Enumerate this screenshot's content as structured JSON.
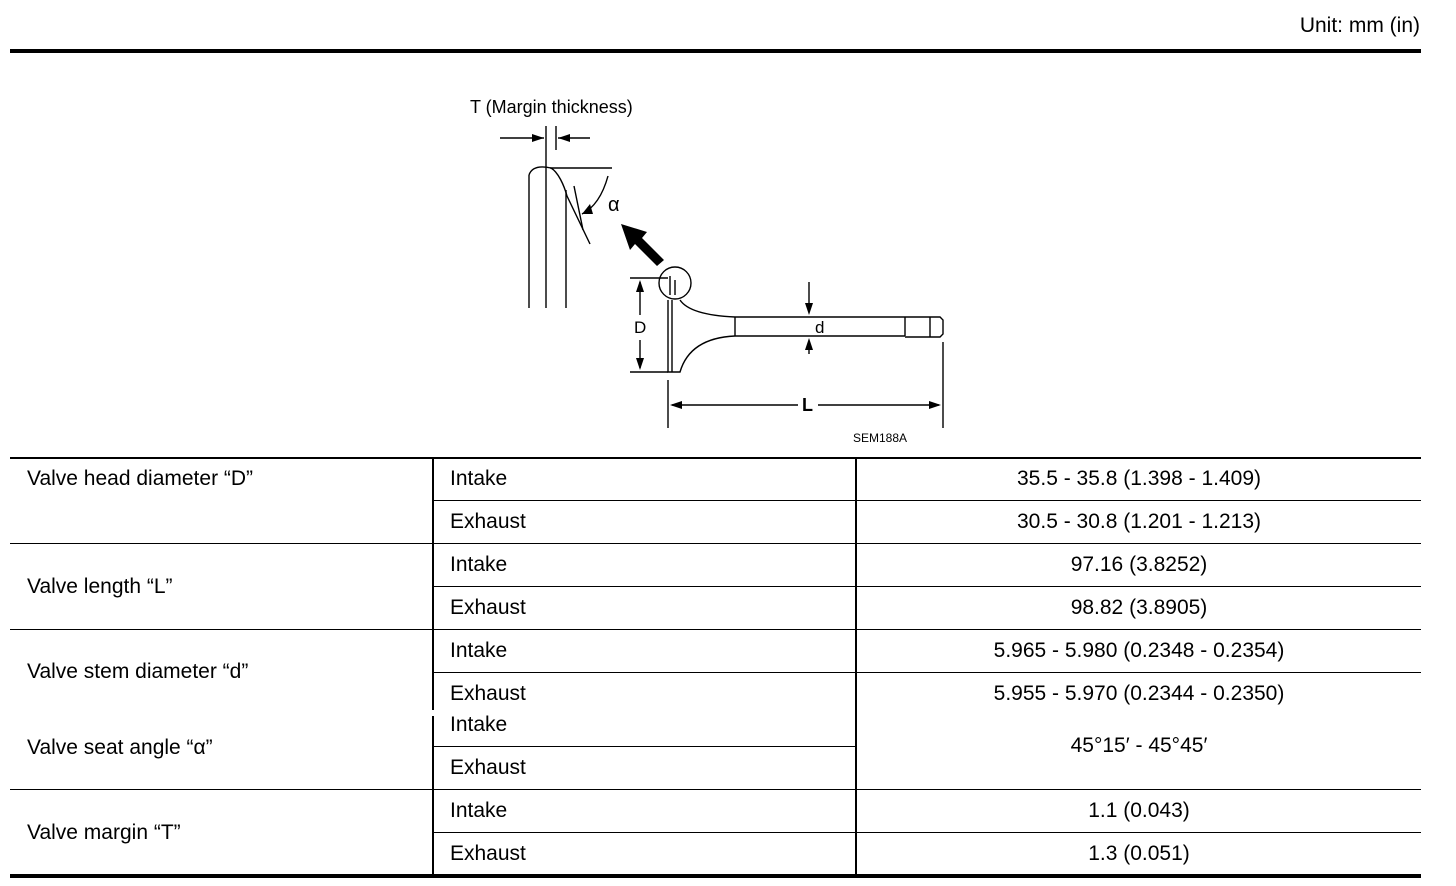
{
  "unit_label": "Unit: mm (in)",
  "figure": {
    "callout_T": "T  (Margin  thickness)",
    "alpha": "α",
    "D": "D",
    "d": "d",
    "L": "L",
    "figure_code": "SEM188A"
  },
  "rows": [
    {
      "item": "Valve head diameter “D”",
      "sub": "Intake",
      "value": "35.5 - 35.8 (1.398 - 1.409)"
    },
    {
      "item": "",
      "sub": "Exhaust",
      "value": "30.5 - 30.8 (1.201 - 1.213)"
    },
    {
      "item": "Valve length “L”",
      "sub": "Intake",
      "value": "97.16 (3.8252)"
    },
    {
      "item": "",
      "sub": "Exhaust",
      "value": "98.82 (3.8905)"
    },
    {
      "item": "Valve stem diameter “d”",
      "sub": "Intake",
      "value": "5.965 - 5.980 (0.2348 - 0.2354)"
    },
    {
      "item": "",
      "sub": "Exhaust",
      "value": "5.955 - 5.970 (0.2344 - 0.2350)"
    },
    {
      "item": "Valve seat angle “α”",
      "sub": "Intake",
      "value": "45°15′ - 45°45′"
    },
    {
      "item": "",
      "sub": "Exhaust",
      "value": ""
    },
    {
      "item": "Valve margin “T”",
      "sub": "Intake",
      "value": "1.1 (0.043)"
    },
    {
      "item": "",
      "sub": "Exhaust",
      "value": "1.3 (0.051)"
    }
  ]
}
